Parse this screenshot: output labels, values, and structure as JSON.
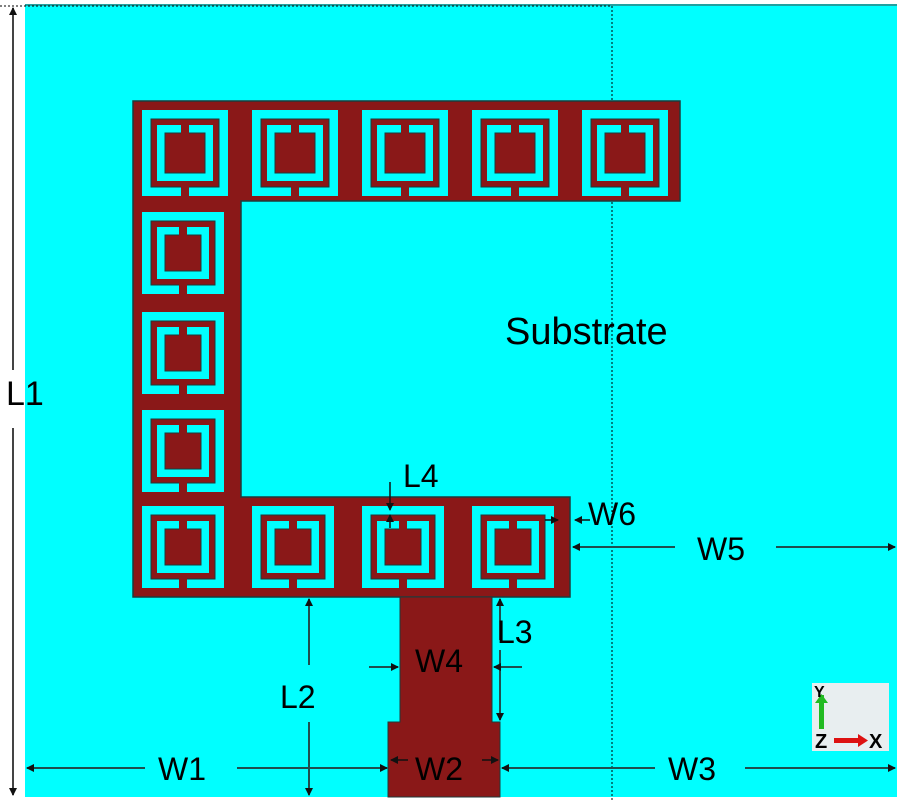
{
  "colors": {
    "substrate": "#00FFFF",
    "metal": "#8A1818",
    "metal_edge": "#1f3a3a",
    "dimension_line": "#1f4f4f",
    "axis_bg": "#e8eef0",
    "axis_y": "#22bb22",
    "axis_x": "#dd1111",
    "axis_z": "#8866ee"
  },
  "labels": {
    "substrate": "Substrate",
    "L1": "L1",
    "L2": "L2",
    "L3": "L3",
    "L4": "L4",
    "W1": "W1",
    "W2": "W2",
    "W3": "W3",
    "W4": "W4",
    "W5": "W5",
    "W6": "W6"
  },
  "structure": {
    "top_row_cells": 5,
    "left_column_cells": 3,
    "bottom_row_cells": 4,
    "cell_type": "split-ring resonator"
  },
  "axis_triad": {
    "y_label": "Y",
    "x_label": "X",
    "z_label": "Z"
  }
}
